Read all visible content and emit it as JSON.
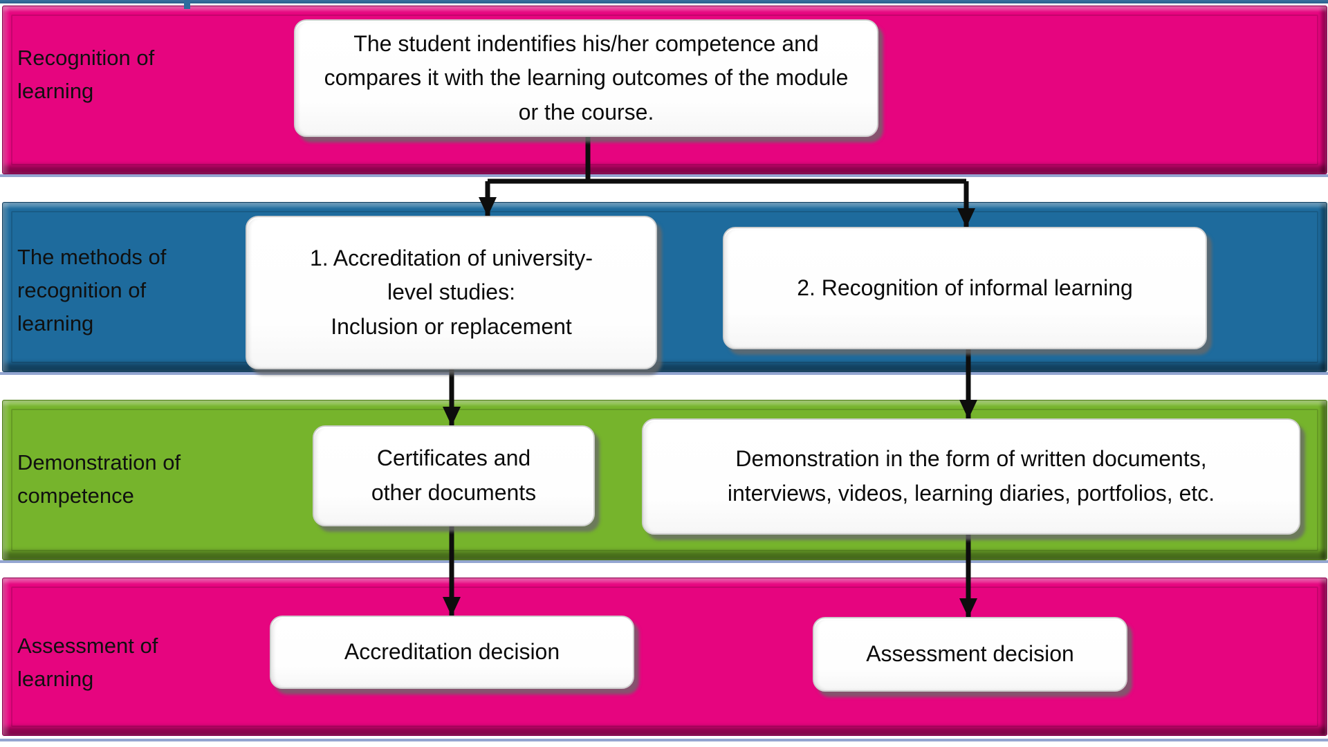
{
  "bands": [
    {
      "label": "Recognition of learning",
      "fill": "#e6057f"
    },
    {
      "label": "The methods of recognition of learning",
      "fill": "#1e6b9d"
    },
    {
      "label": "Demonstration of competence",
      "fill": "#76b42c"
    },
    {
      "label": "Assessment of learning",
      "fill": "#e6057f"
    }
  ],
  "boxes": {
    "student_identifies": {
      "lines": [
        "The student indentifies his/her competence and",
        "compares it with the learning outcomes of the module",
        "or the course."
      ]
    },
    "accreditation_university": {
      "lines": [
        "1. Accreditation of university-",
        "level studies:",
        "Inclusion or replacement"
      ]
    },
    "informal_learning": {
      "lines": [
        "2. Recognition of informal learning"
      ]
    },
    "certificates": {
      "lines": [
        "Certificates and",
        "other documents"
      ]
    },
    "demonstration_forms": {
      "lines": [
        "Demonstration in the form of written documents,",
        "interviews, videos, learning diaries, portfolios, etc."
      ]
    },
    "accreditation_decision": {
      "lines": [
        "Accreditation decision"
      ]
    },
    "assessment_decision": {
      "lines": [
        "Assessment decision"
      ]
    }
  },
  "colors": {
    "pink_band": "#e6057f",
    "blue_band": "#1e6b9d",
    "green_band": "#76b42c",
    "box_background": "#ffffff",
    "box_shadow": "#8f8f8f",
    "arrow": "#0d0d0d",
    "text": "#0b0b0b",
    "top_border": "#2e6f9f",
    "bottom_edge_line": "#93a5d0"
  }
}
